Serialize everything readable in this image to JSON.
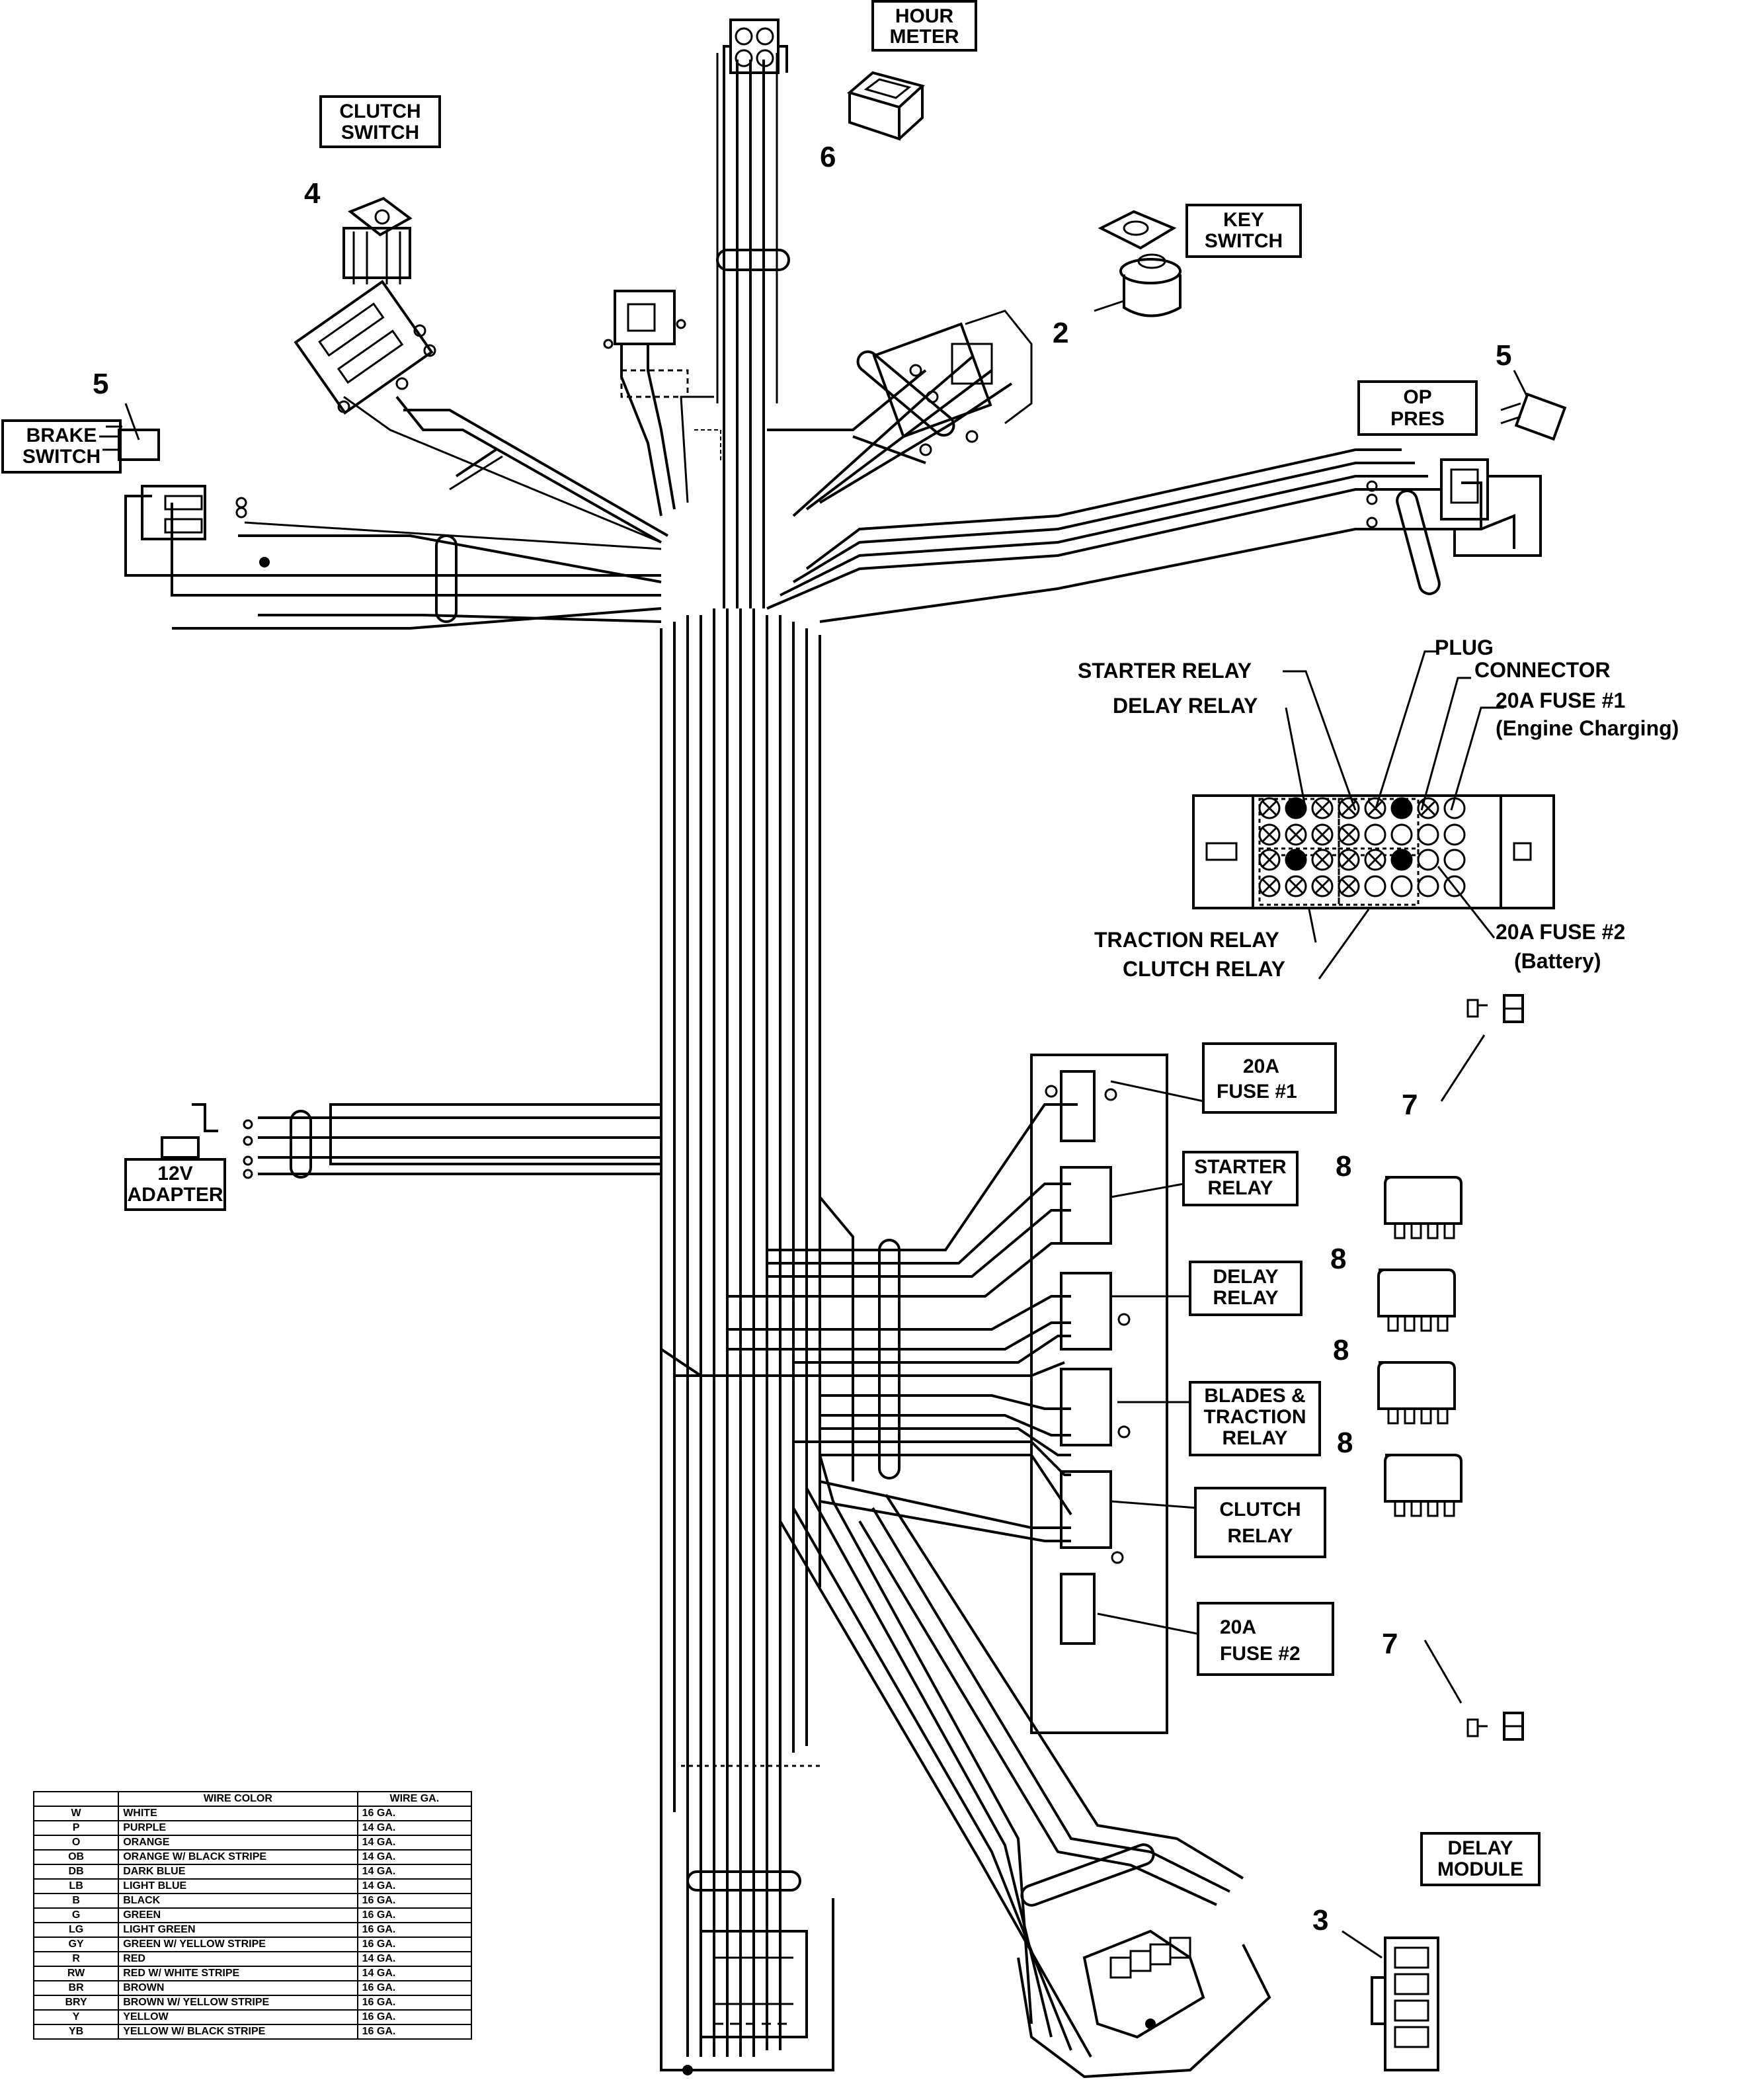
{
  "callouts": {
    "hour_meter": [
      "HOUR",
      "METER"
    ],
    "clutch_switch": [
      "CLUTCH",
      "SWITCH"
    ],
    "key_switch": [
      "KEY",
      "SWITCH"
    ],
    "brake_switch": [
      "BRAKE",
      "SWITCH"
    ],
    "op_pres": [
      "OP",
      "PRES"
    ],
    "adapter_12v": [
      "12V",
      "ADAPTER"
    ],
    "fuse1_box": [
      "20A",
      "FUSE  #1"
    ],
    "starter_relay_box": [
      "STARTER",
      "RELAY"
    ],
    "delay_relay_box": [
      "DELAY",
      "RELAY"
    ],
    "blades_traction_box": [
      "BLADES &",
      "TRACTION",
      "RELAY"
    ],
    "clutch_relay_box": [
      "CLUTCH",
      "RELAY"
    ],
    "fuse2_box": [
      "20A",
      "FUSE #2"
    ],
    "delay_module": [
      "DELAY",
      "MODULE"
    ]
  },
  "fuse_block_labels": {
    "starter_relay": "STARTER RELAY",
    "delay_relay": "DELAY RELAY",
    "plug": "PLUG",
    "connector": "CONNECTOR",
    "fuse1": "20A FUSE #1",
    "fuse1_sub": "(Engine Charging)",
    "traction_relay": "TRACTION RELAY",
    "clutch_relay": "CLUTCH RELAY",
    "fuse2": "20A FUSE #2",
    "fuse2_sub": "(Battery)"
  },
  "part_numbers": {
    "clutch_switch": "4",
    "hour_meter": "6",
    "key_switch": "2",
    "brake_switch": "5",
    "op_pres": "5",
    "fuse_left": "7",
    "relay_1": "8",
    "relay_2": "8",
    "relay_3": "8",
    "relay_4": "8",
    "fuse_right": "7",
    "delay_module": "3"
  },
  "wire_table": {
    "headers": [
      "",
      "WIRE COLOR",
      "WIRE GA."
    ],
    "rows": [
      [
        "W",
        "WHITE",
        "16 GA."
      ],
      [
        "P",
        "PURPLE",
        "14 GA."
      ],
      [
        "O",
        "ORANGE",
        "14 GA."
      ],
      [
        "OB",
        "ORANGE W/ BLACK STRIPE",
        "14 GA."
      ],
      [
        "DB",
        "DARK BLUE",
        "14 GA."
      ],
      [
        "LB",
        "LIGHT BLUE",
        "14 GA."
      ],
      [
        "B",
        "BLACK",
        "16 GA."
      ],
      [
        "G",
        "GREEN",
        "16 GA."
      ],
      [
        "LG",
        "LIGHT GREEN",
        "16 GA."
      ],
      [
        "GY",
        "GREEN W/ YELLOW STRIPE",
        "16 GA."
      ],
      [
        "R",
        "RED",
        "14 GA."
      ],
      [
        "RW",
        "RED W/ WHITE STRIPE",
        "14 GA."
      ],
      [
        "BR",
        "BROWN",
        "16 GA."
      ],
      [
        "BRY",
        "BROWN W/ YELLOW STRIPE",
        "16 GA."
      ],
      [
        "Y",
        "YELLOW",
        "16 GA."
      ],
      [
        "YB",
        "YELLOW W/ BLACK STRIPE",
        "16 GA."
      ]
    ]
  }
}
